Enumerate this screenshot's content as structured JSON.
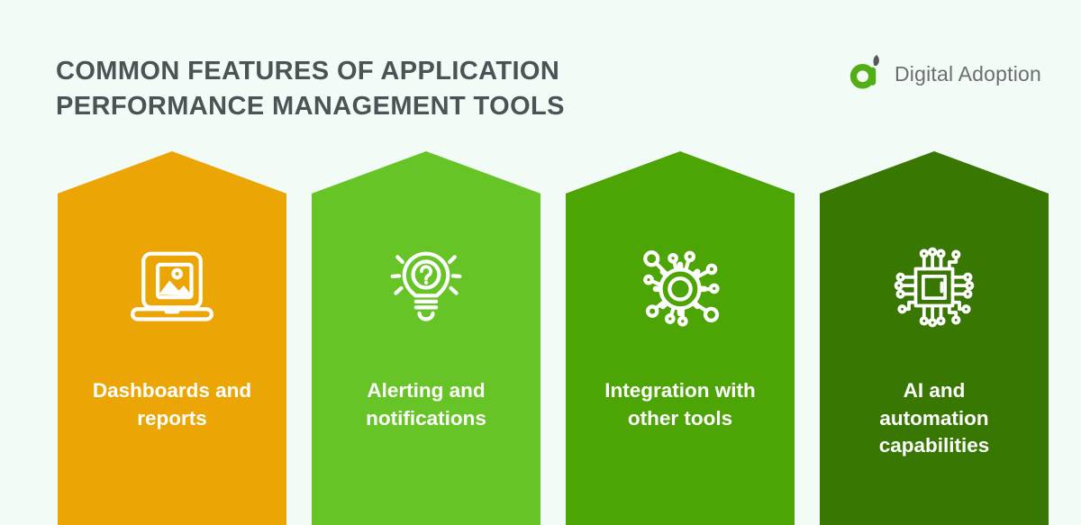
{
  "title": "COMMON FEATURES OF APPLICATION PERFORMANCE MANAGEMENT TOOLS",
  "logo": {
    "brand": "Digital Adoption",
    "mark": "a-leaf-logo",
    "mark_green": "#52AE14",
    "mark_leaf_gray": "#58595B",
    "text_color": "#6C6E70"
  },
  "cards": [
    {
      "label": "Dashboards and reports",
      "color": "#EBA606",
      "icon": "laptop-image-icon"
    },
    {
      "label": "Alerting and notifications",
      "color": "#66C426",
      "icon": "lightbulb-question-icon"
    },
    {
      "label": "Integration with other tools",
      "color": "#4CA405",
      "icon": "gear-network-icon"
    },
    {
      "label": "AI and automation capabilities",
      "color": "#397703",
      "icon": "microchip-icon"
    }
  ],
  "colors": {
    "background": "#F2FBF5",
    "title_text": "#4B5356",
    "card_text": "#FFFFFF"
  }
}
